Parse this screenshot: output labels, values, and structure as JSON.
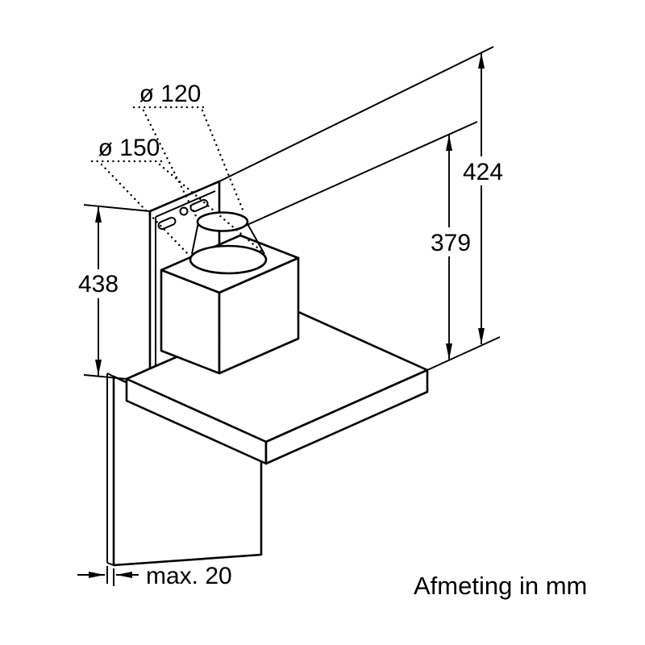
{
  "diagram": {
    "caption": "Afmeting in mm",
    "units": "mm",
    "dimensions": {
      "duct_diameter_small": "ø 120",
      "duct_diameter_large": "ø 150",
      "mount_height": "438",
      "clearance_max": "424",
      "clearance_min": "379",
      "panel_thickness": "max. 20"
    },
    "colors": {
      "line": "#000000",
      "background": "#ffffff"
    }
  }
}
